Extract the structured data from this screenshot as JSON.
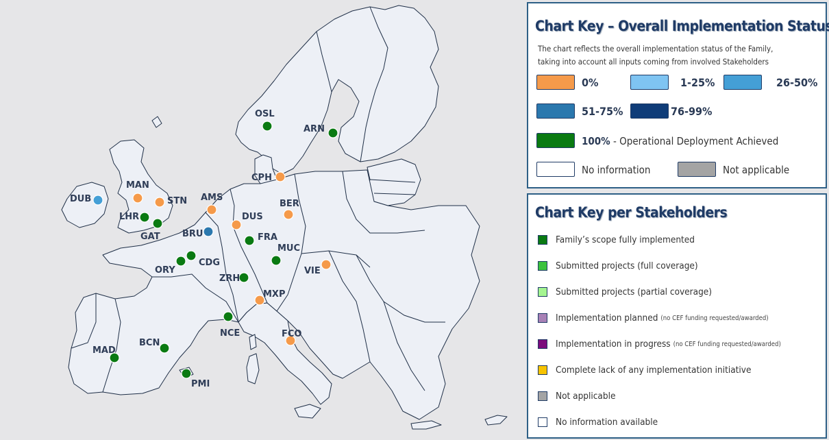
{
  "overall_key": {
    "title": "Chart Key – Overall Implementation Status",
    "description_line1": "The chart reflects the overall implementation  status of the Family,",
    "description_line2": "taking into account all inputs coming from involved Stakeholders",
    "items": [
      {
        "label": "0%",
        "color": "#f59a4a"
      },
      {
        "label": "1-25%",
        "color": "#7fc4f2"
      },
      {
        "label": "26-50%",
        "color": "#449fd6"
      },
      {
        "label": "51-75%",
        "color": "#2b78ae"
      },
      {
        "label": "76-99%",
        "color": "#0f3c78"
      },
      {
        "label_bold": "100%",
        "label": " - Operational Deployment Achieved",
        "color": "#0a7a12"
      },
      {
        "label": "No information",
        "color": "#ffffff"
      },
      {
        "label": "Not applicable",
        "color": "#a4a4a4"
      }
    ]
  },
  "stakeholder_key": {
    "title": "Chart Key per Stakeholders",
    "items": [
      {
        "label": "Family’s scope fully implemented",
        "note": "",
        "color": "#0a7a12"
      },
      {
        "label": "Submitted projects (full coverage)",
        "note": "",
        "color": "#3cc23e"
      },
      {
        "label": "Submitted projects (partial coverage)",
        "note": "",
        "color": "#a4f590"
      },
      {
        "label": "Implementation planned",
        "note": "(no CEF funding requested/awarded)",
        "color": "#a881b6"
      },
      {
        "label": "Implementation in progress",
        "note": "(no CEF funding requested/awarded)",
        "color": "#7c0c7c"
      },
      {
        "label": "Complete lack of any implementation initiative",
        "note": "",
        "color": "#f7c300"
      },
      {
        "label": "Not applicable",
        "note": "",
        "color": "#a4a4a4"
      },
      {
        "label": "No information available",
        "note": "",
        "color": "#ffffff"
      }
    ]
  },
  "airports": [
    {
      "code": "OSL",
      "status": "100%",
      "color": "#0a7a12"
    },
    {
      "code": "ARN",
      "status": "100%",
      "color": "#0a7a12"
    },
    {
      "code": "CPH",
      "status": "0%",
      "color": "#f59a4a"
    },
    {
      "code": "DUB",
      "status": "26-50%",
      "color": "#449fd6"
    },
    {
      "code": "MAN",
      "status": "0%",
      "color": "#f59a4a"
    },
    {
      "code": "STN",
      "status": "0%",
      "color": "#f59a4a"
    },
    {
      "code": "LHR",
      "status": "100%",
      "color": "#0a7a12"
    },
    {
      "code": "GAT",
      "status": "100%",
      "color": "#0a7a12"
    },
    {
      "code": "AMS",
      "status": "0%",
      "color": "#f59a4a"
    },
    {
      "code": "BER",
      "status": "0%",
      "color": "#f59a4a"
    },
    {
      "code": "DUS",
      "status": "0%",
      "color": "#f59a4a"
    },
    {
      "code": "BRU",
      "status": "51-75%",
      "color": "#2b78ae"
    },
    {
      "code": "FRA",
      "status": "100%",
      "color": "#0a7a12"
    },
    {
      "code": "MUC",
      "status": "100%",
      "color": "#0a7a12"
    },
    {
      "code": "CDG",
      "status": "100%",
      "color": "#0a7a12"
    },
    {
      "code": "ORY",
      "status": "100%",
      "color": "#0a7a12"
    },
    {
      "code": "VIE",
      "status": "0%",
      "color": "#f59a4a"
    },
    {
      "code": "ZRH",
      "status": "100%",
      "color": "#0a7a12"
    },
    {
      "code": "MXP",
      "status": "0%",
      "color": "#f59a4a"
    },
    {
      "code": "NCE",
      "status": "100%",
      "color": "#0a7a12"
    },
    {
      "code": "FCO",
      "status": "0%",
      "color": "#f59a4a"
    },
    {
      "code": "BCN",
      "status": "100%",
      "color": "#0a7a12"
    },
    {
      "code": "MAD",
      "status": "100%",
      "color": "#0a7a12"
    },
    {
      "code": "PMI",
      "status": "100%",
      "color": "#0a7a12"
    }
  ]
}
